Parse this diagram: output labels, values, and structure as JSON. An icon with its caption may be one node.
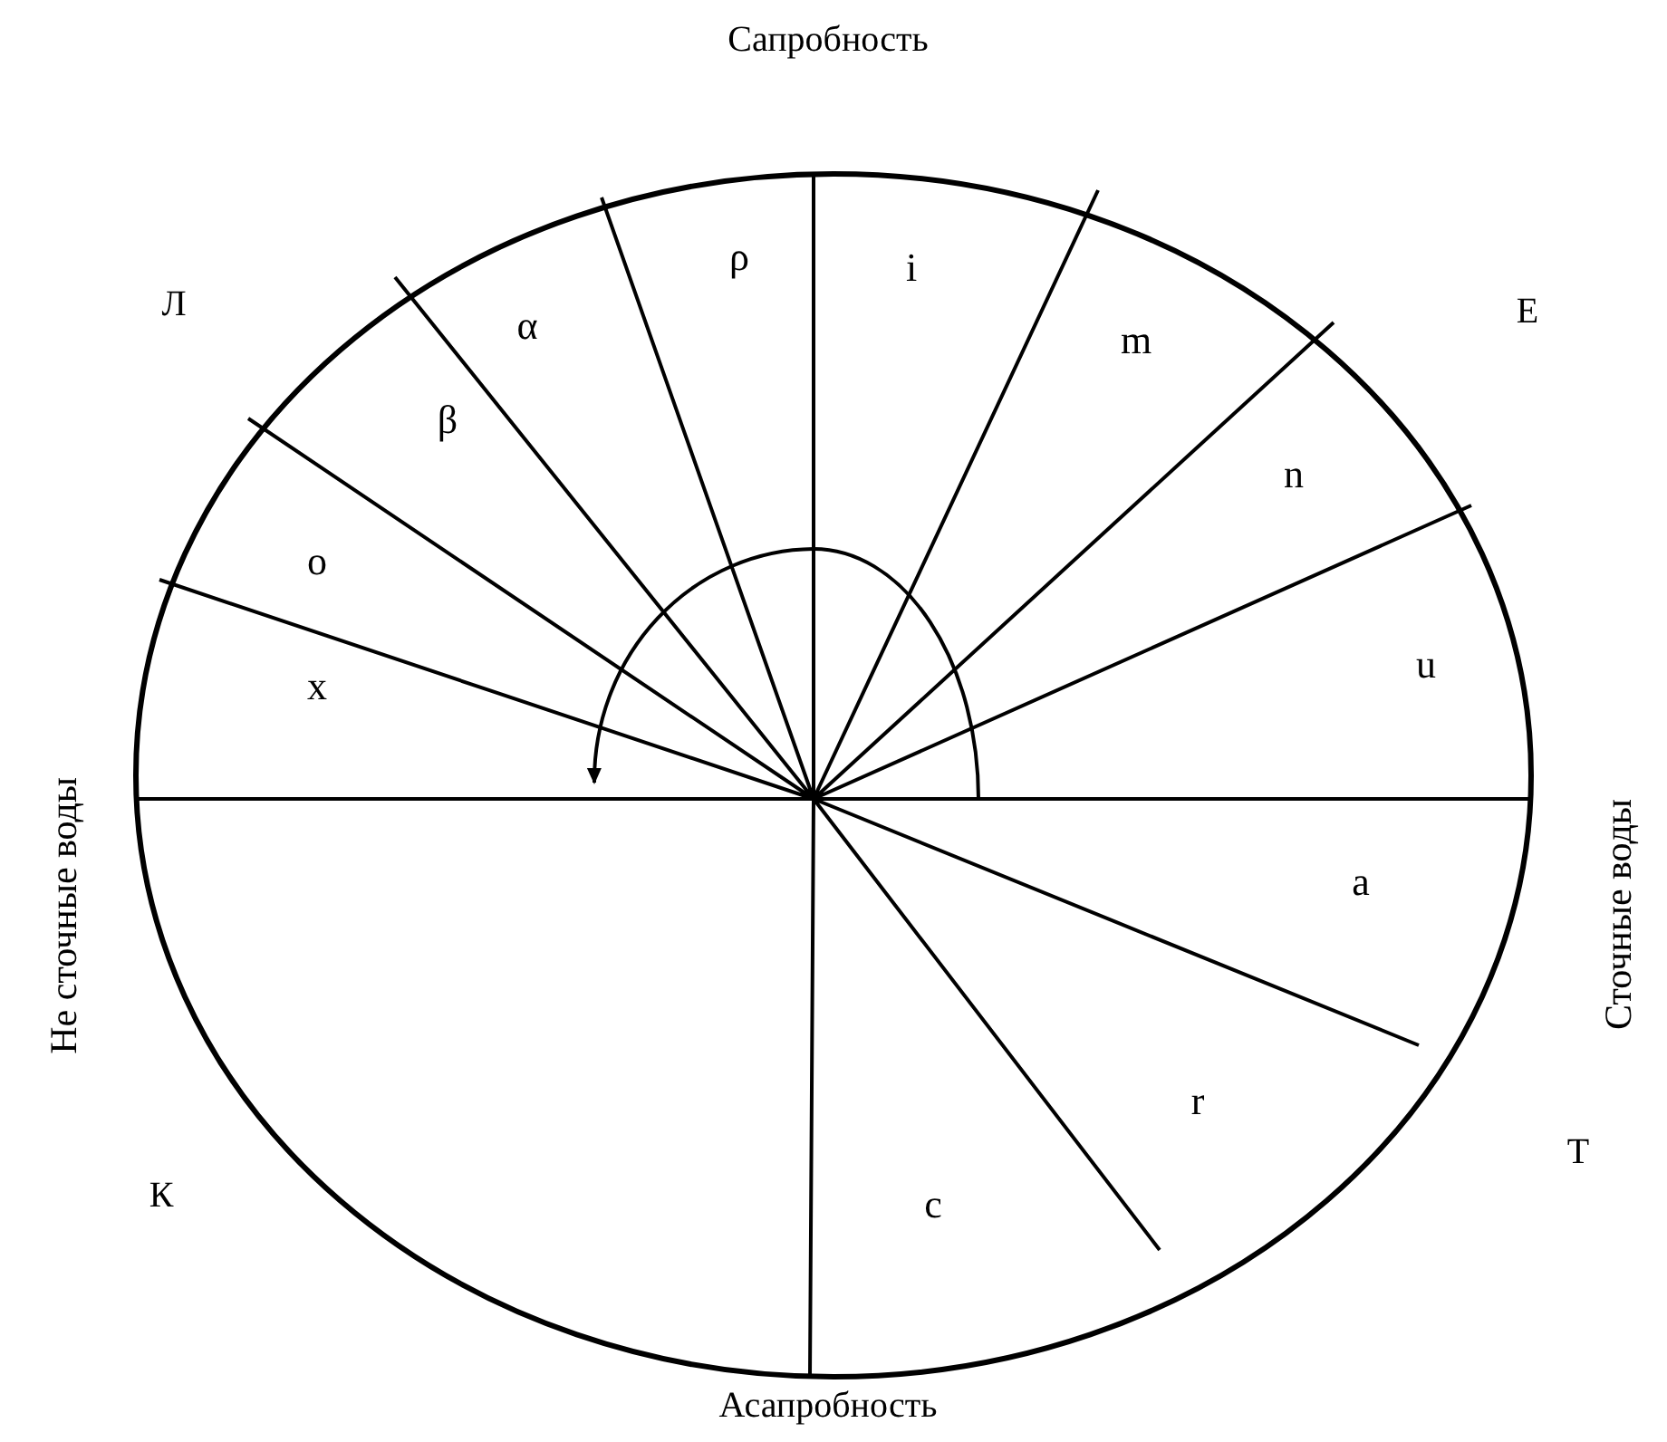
{
  "diagram": {
    "labels": [
      "Сапробность",
      "ρ",
      "i",
      "Л",
      "Е",
      "α",
      "m",
      "β",
      "n",
      "o",
      "Не сточные воды",
      "Сточные воды",
      "x",
      "u",
      "a",
      "К",
      "Т",
      "r",
      "c",
      "Асапробность"
    ]
  }
}
